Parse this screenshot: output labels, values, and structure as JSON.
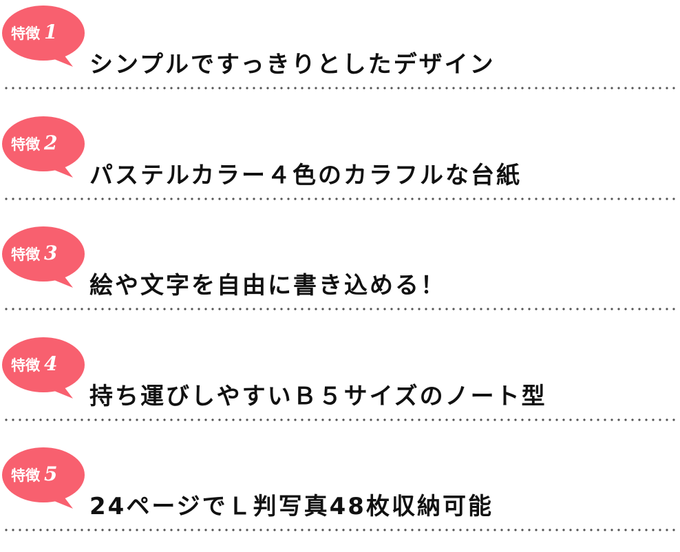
{
  "accent_color": "#f8606f",
  "features": [
    {
      "label": "特徴",
      "number": "1",
      "text": "シンプルですっきりとしたデザイン"
    },
    {
      "label": "特徴",
      "number": "2",
      "text": "パステルカラー４色のカラフルな台紙"
    },
    {
      "label": "特徴",
      "number": "3",
      "text": "絵や文字を自由に書き込める！"
    },
    {
      "label": "特徴",
      "number": "4",
      "text": "持ち運びしやすいＢ５サイズのノート型"
    },
    {
      "label": "特徴",
      "number": "5",
      "text": "24ページでＬ判写真48枚収納可能"
    }
  ]
}
